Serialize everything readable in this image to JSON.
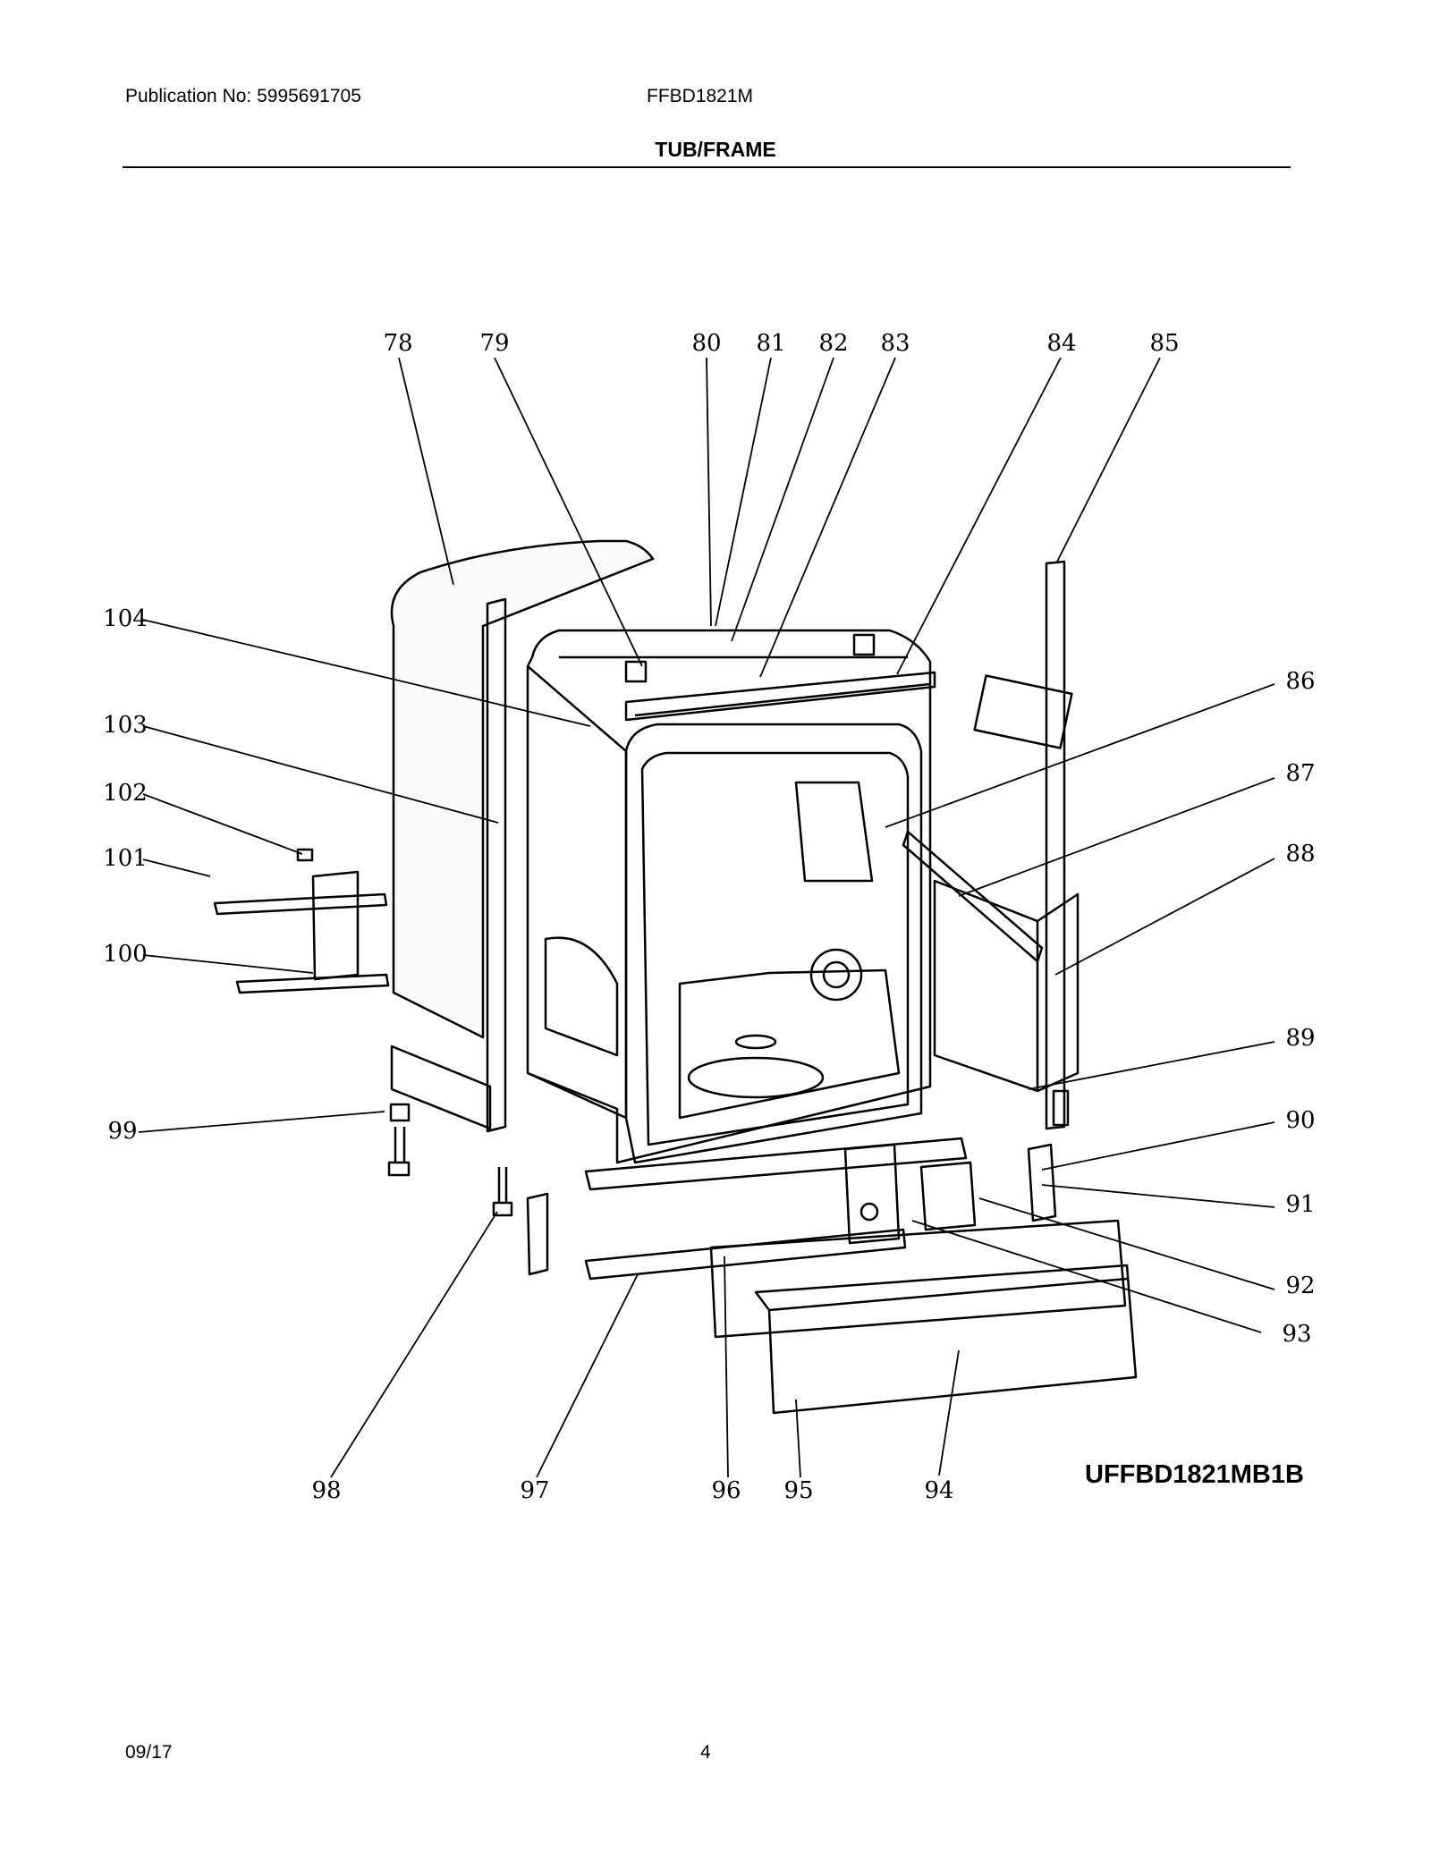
{
  "header": {
    "publication": "Publication No: 5995691705",
    "model": "FFBD1821M",
    "title": "TUB/FRAME"
  },
  "diagram_code": "UFFBD1821MB1B",
  "footer": {
    "date": "09/17",
    "page": "4"
  },
  "part_numbers": [
    "78",
    "79",
    "80",
    "81",
    "82",
    "83",
    "84",
    "85",
    "86",
    "87",
    "88",
    "89",
    "90",
    "91",
    "92",
    "93",
    "94",
    "95",
    "96",
    "97",
    "98",
    "99",
    "100",
    "101",
    "102",
    "103",
    "104"
  ]
}
